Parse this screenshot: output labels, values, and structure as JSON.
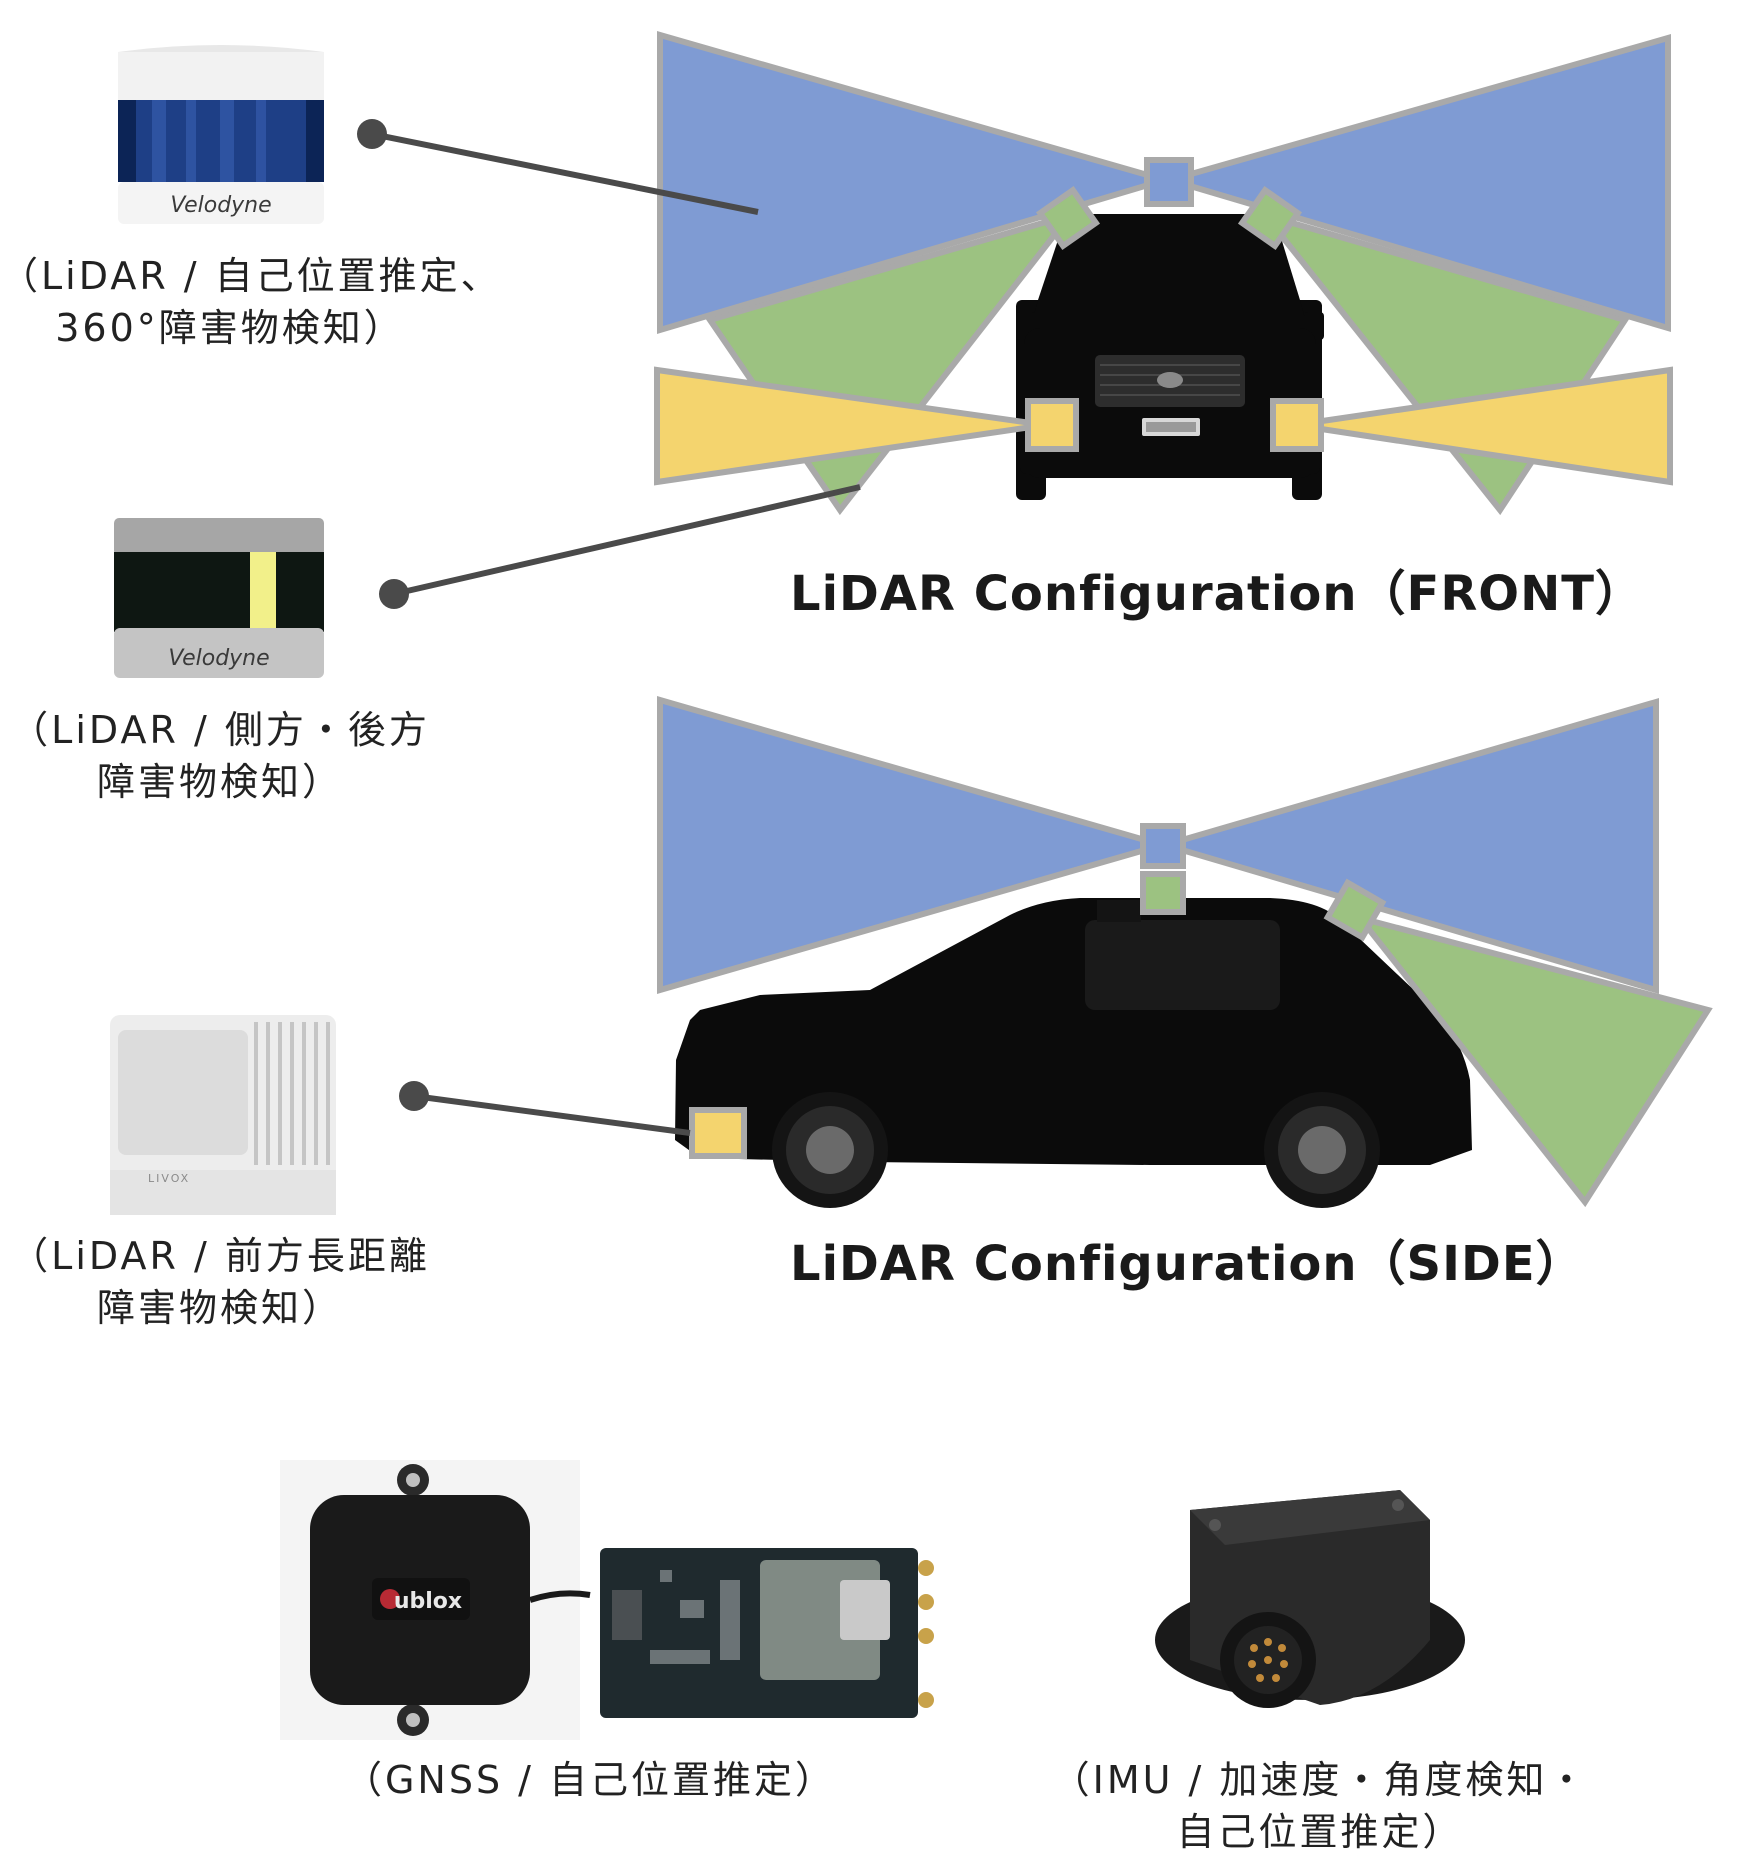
{
  "colors": {
    "long_range_fov": "#7f9bd3",
    "side_fov": "#9cc281",
    "front_fov": "#f4d46e",
    "sensor_box_border": "#a9a9a9",
    "vehicle": "#0b0b0b",
    "leader_line": "#4a4a4a"
  },
  "sensors": {
    "velodyne_top": {
      "brand": "Velodyne",
      "caption_lines": [
        "（LiDAR / 自己位置推定、",
        "360°障害物検知）"
      ]
    },
    "velodyne_side": {
      "brand": "Velodyne",
      "caption_lines": [
        "（LiDAR / 側方・後方",
        "障害物検知）"
      ]
    },
    "livox_front": {
      "brand": "LIVOX",
      "caption_lines": [
        "（LiDAR / 前方長距離",
        "障害物検知）"
      ]
    },
    "gnss": {
      "brand": "ublox",
      "caption_lines": [
        "（GNSS / 自己位置推定）"
      ]
    },
    "imu": {
      "caption_lines": [
        "（IMU / 加速度・角度検知・",
        "自己位置推定）"
      ]
    }
  },
  "diagrams": {
    "front": {
      "title": "LiDAR Configuration（FRONT）"
    },
    "side": {
      "title": "LiDAR Configuration（SIDE）"
    }
  }
}
